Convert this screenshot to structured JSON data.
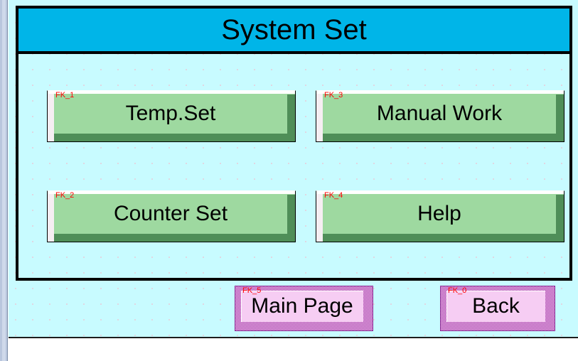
{
  "window": {
    "title": "System Set",
    "surface_color": "#c8fbff",
    "frame_color": "#000000"
  },
  "header": {
    "title": "System Set",
    "background_color": "#00b5e8",
    "text_color": "#000000"
  },
  "function_keys": [
    {
      "tag": "FK_1",
      "label": "Temp.Set",
      "color": "#9ed9a0"
    },
    {
      "tag": "FK_2",
      "label": "Counter Set",
      "color": "#9ed9a0"
    },
    {
      "tag": "FK_3",
      "label": "Manual Work",
      "color": "#9ed9a0"
    },
    {
      "tag": "FK_4",
      "label": "Help",
      "color": "#9ed9a0"
    }
  ],
  "nav_keys": [
    {
      "tag": "FK_5",
      "label": "Main Page",
      "color": "#f6cdf3"
    },
    {
      "tag": "FK_0",
      "label": "Back",
      "color": "#f6cdf3"
    }
  ],
  "tag_color": "#ff0000"
}
